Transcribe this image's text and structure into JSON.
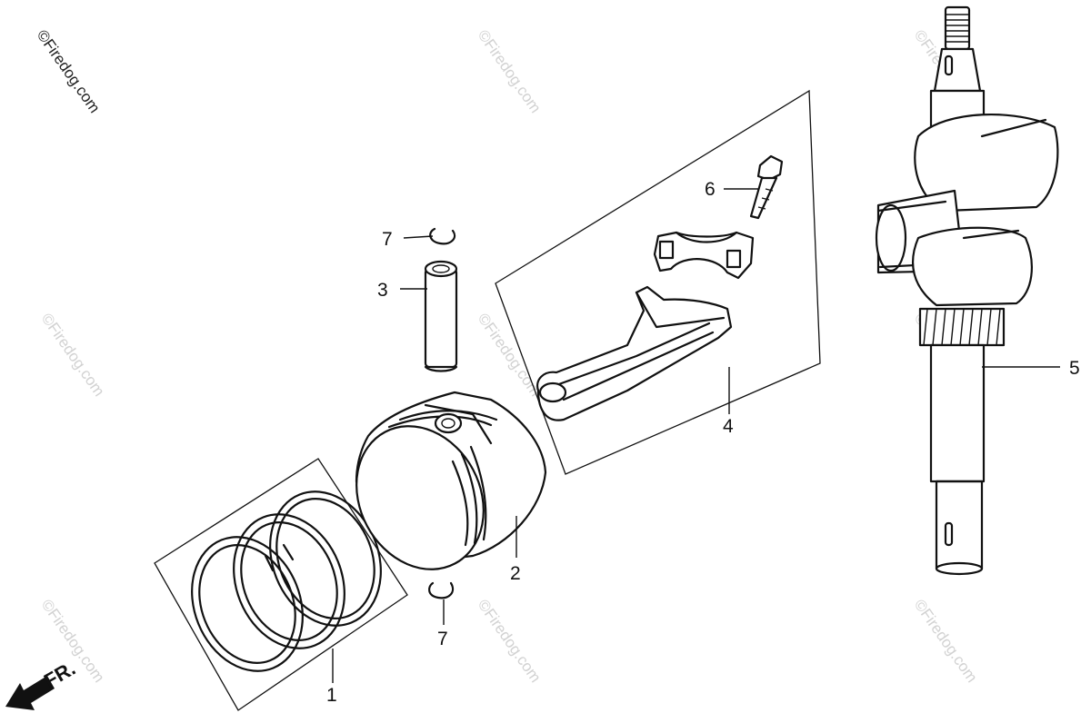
{
  "watermark": {
    "text": "©Firedog.com"
  },
  "callouts": {
    "c1": "1",
    "c2": "2",
    "c3": "3",
    "c4": "4",
    "c5": "5",
    "c6": "6",
    "c7a": "7",
    "c7b": "7"
  },
  "front_indicator": {
    "label": "FR."
  },
  "colors": {
    "ink": "#111111",
    "watermark": "#d2d2d2",
    "background": "#ffffff"
  }
}
